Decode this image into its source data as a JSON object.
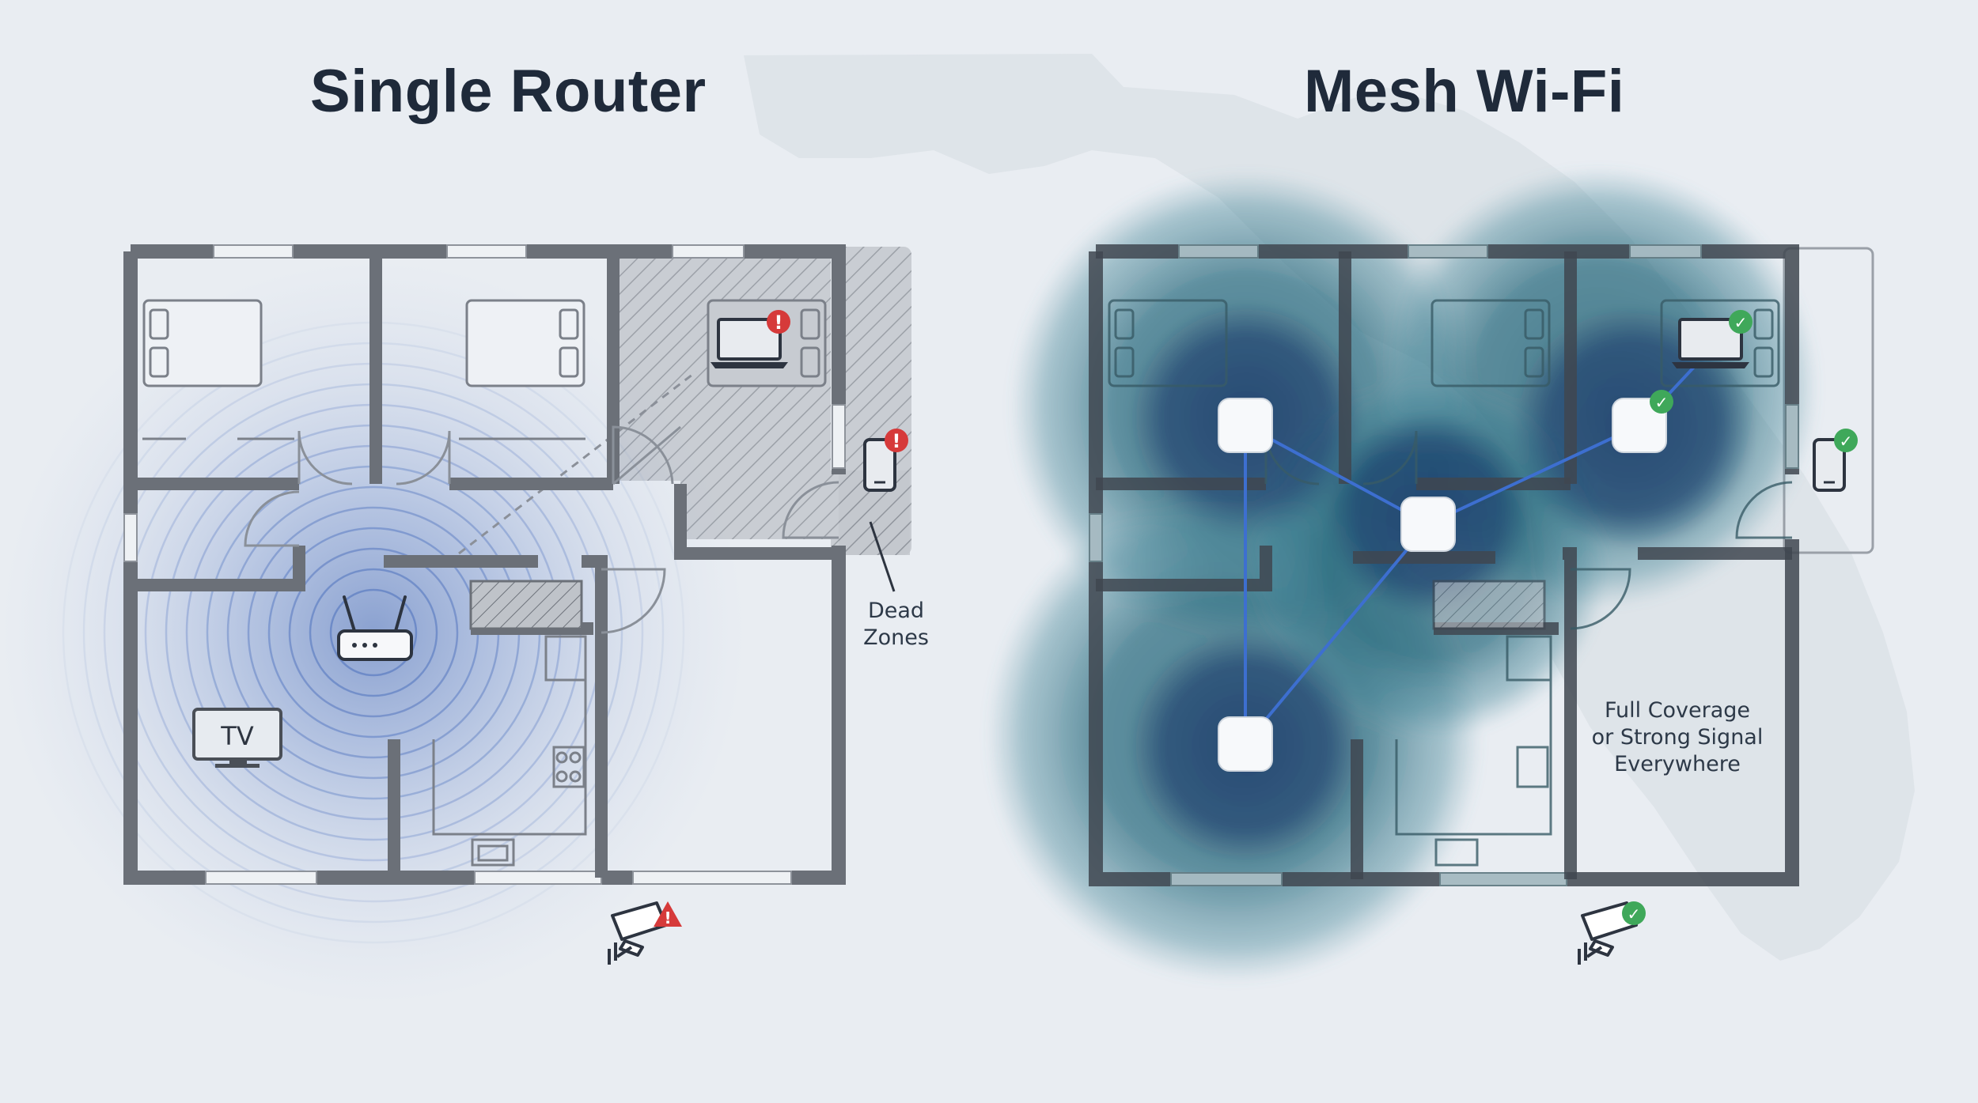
{
  "left_panel": {
    "title": "Single Router",
    "tv_label": "TV",
    "dead_zone_note_line1": "Dead",
    "dead_zone_note_line2": "Zones",
    "status_marker": "!"
  },
  "right_panel": {
    "title": "Mesh Wi-Fi",
    "coverage_note_line1": "Full Coverage",
    "coverage_note_line2": "or Strong Signal",
    "coverage_note_line3": "Everywhere",
    "status_marker": "✓"
  },
  "colors": {
    "background": "#e9edf2",
    "title": "#1f2a3a",
    "wall": "#6b7078",
    "signal_blue": "#3d63b4",
    "mesh_teal": "#1a5a6e",
    "mesh_navy": "#1b3a6c",
    "alert_red": "#d63a3a",
    "ok_green": "#3fa85a"
  }
}
